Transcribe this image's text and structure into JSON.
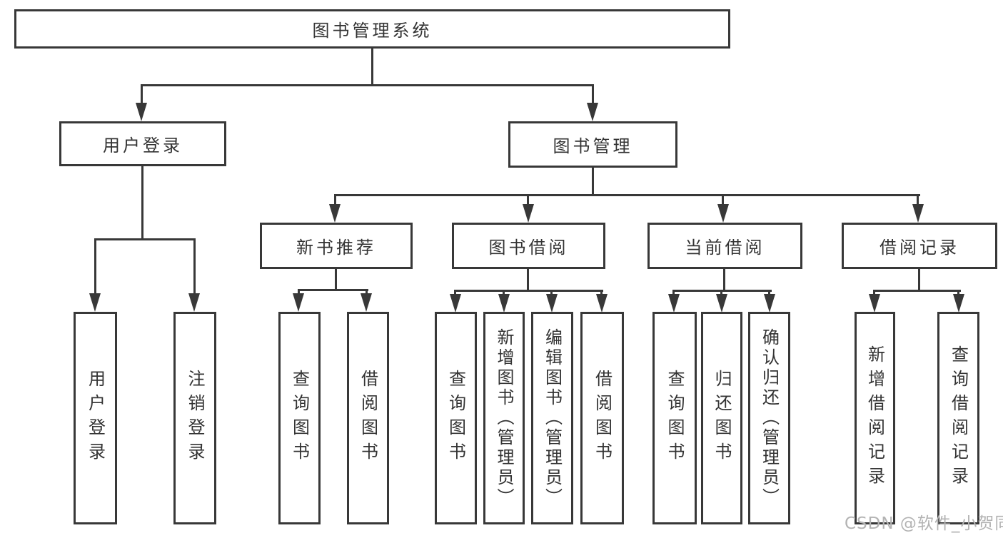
{
  "tree": {
    "root": "图书管理系统",
    "branches": [
      {
        "label": "用户登录",
        "children": [
          "用户登录",
          "注销登录"
        ]
      },
      {
        "label": "图书管理",
        "children": [
          {
            "label": "新书推荐",
            "children": [
              "查询图书",
              "借阅图书"
            ]
          },
          {
            "label": "图书借阅",
            "children": [
              "查询图书",
              "新增图书（管理员）",
              "编辑图书（管理员）",
              "借阅图书"
            ]
          },
          {
            "label": "当前借阅",
            "children": [
              "查询图书",
              "归还图书",
              "确认归还（管理员）"
            ]
          },
          {
            "label": "借阅记录",
            "children": [
              "新增借阅记录",
              "查询借阅记录"
            ]
          }
        ]
      }
    ]
  },
  "watermark": {
    "text": "CSDN @软件_小贺同学"
  },
  "colors": {
    "line": "#383838",
    "text": "#333333",
    "node_background": "#ffffff",
    "canvas_background": "#ffffff",
    "watermark": "#b3b3b3"
  }
}
